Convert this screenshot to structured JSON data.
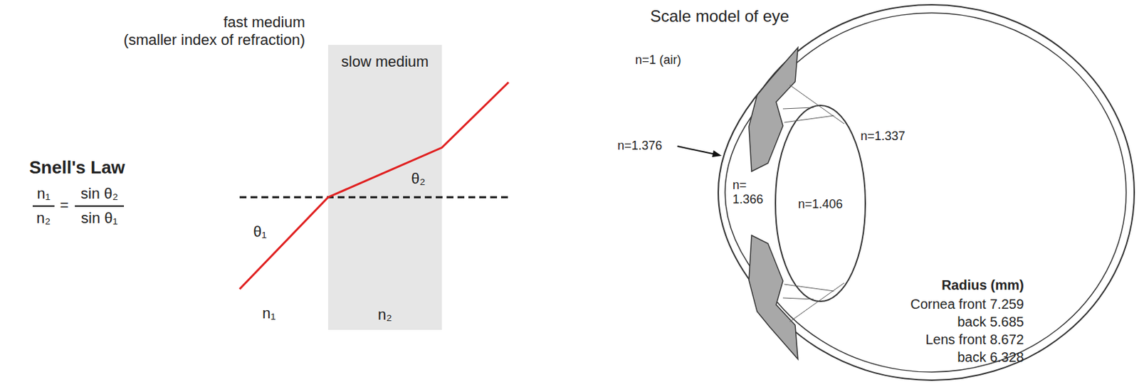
{
  "diagram": {
    "nodes": [
      {
        "text": [
          "slow medium",
          "n₂"
        ]
      }
    ],
    "labels": [
      "fast medium",
      "(smaller index of refraction)",
      "Snell's Law",
      "n₁",
      "n₂",
      "=",
      "sin θ₂",
      "sin θ₁",
      "θ₁",
      "θ₂",
      "n₁",
      "Scale model of eye",
      "n=1 (air)",
      "n=1.376",
      "n=1.337",
      "n= 1.366",
      "n=1.406",
      "Radius (mm)",
      "Cornea front 7.259",
      "back 5.685",
      "Lens front 8.672",
      "back 6.328"
    ]
  }
}
